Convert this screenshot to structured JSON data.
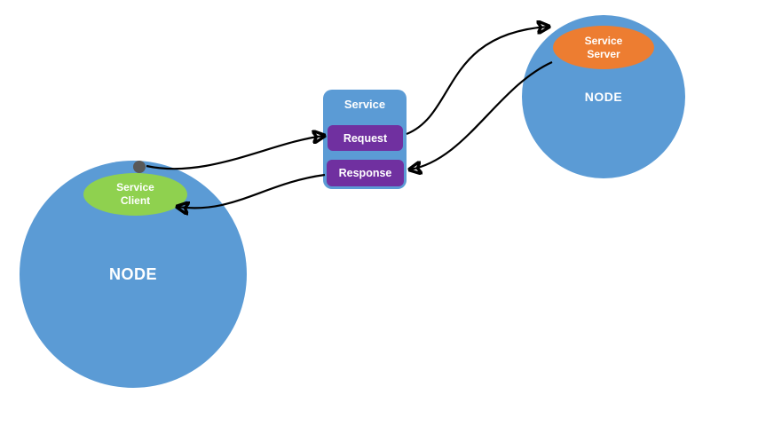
{
  "diagram": {
    "left_node": {
      "label": "NODE"
    },
    "right_node": {
      "label": "NODE"
    },
    "service_client": {
      "line1": "Service",
      "line2": "Client"
    },
    "service_server": {
      "line1": "Service",
      "line2": "Server"
    },
    "service_box": {
      "title": "Service",
      "request_label": "Request",
      "response_label": "Response"
    },
    "colors": {
      "node_blue": "#5b9bd5",
      "client_green": "#8fd14f",
      "server_orange": "#ed7d31",
      "box_purple": "#7030a0",
      "dot_gray": "#595959",
      "arrow_black": "#000000",
      "bg": "#ffffff"
    }
  }
}
